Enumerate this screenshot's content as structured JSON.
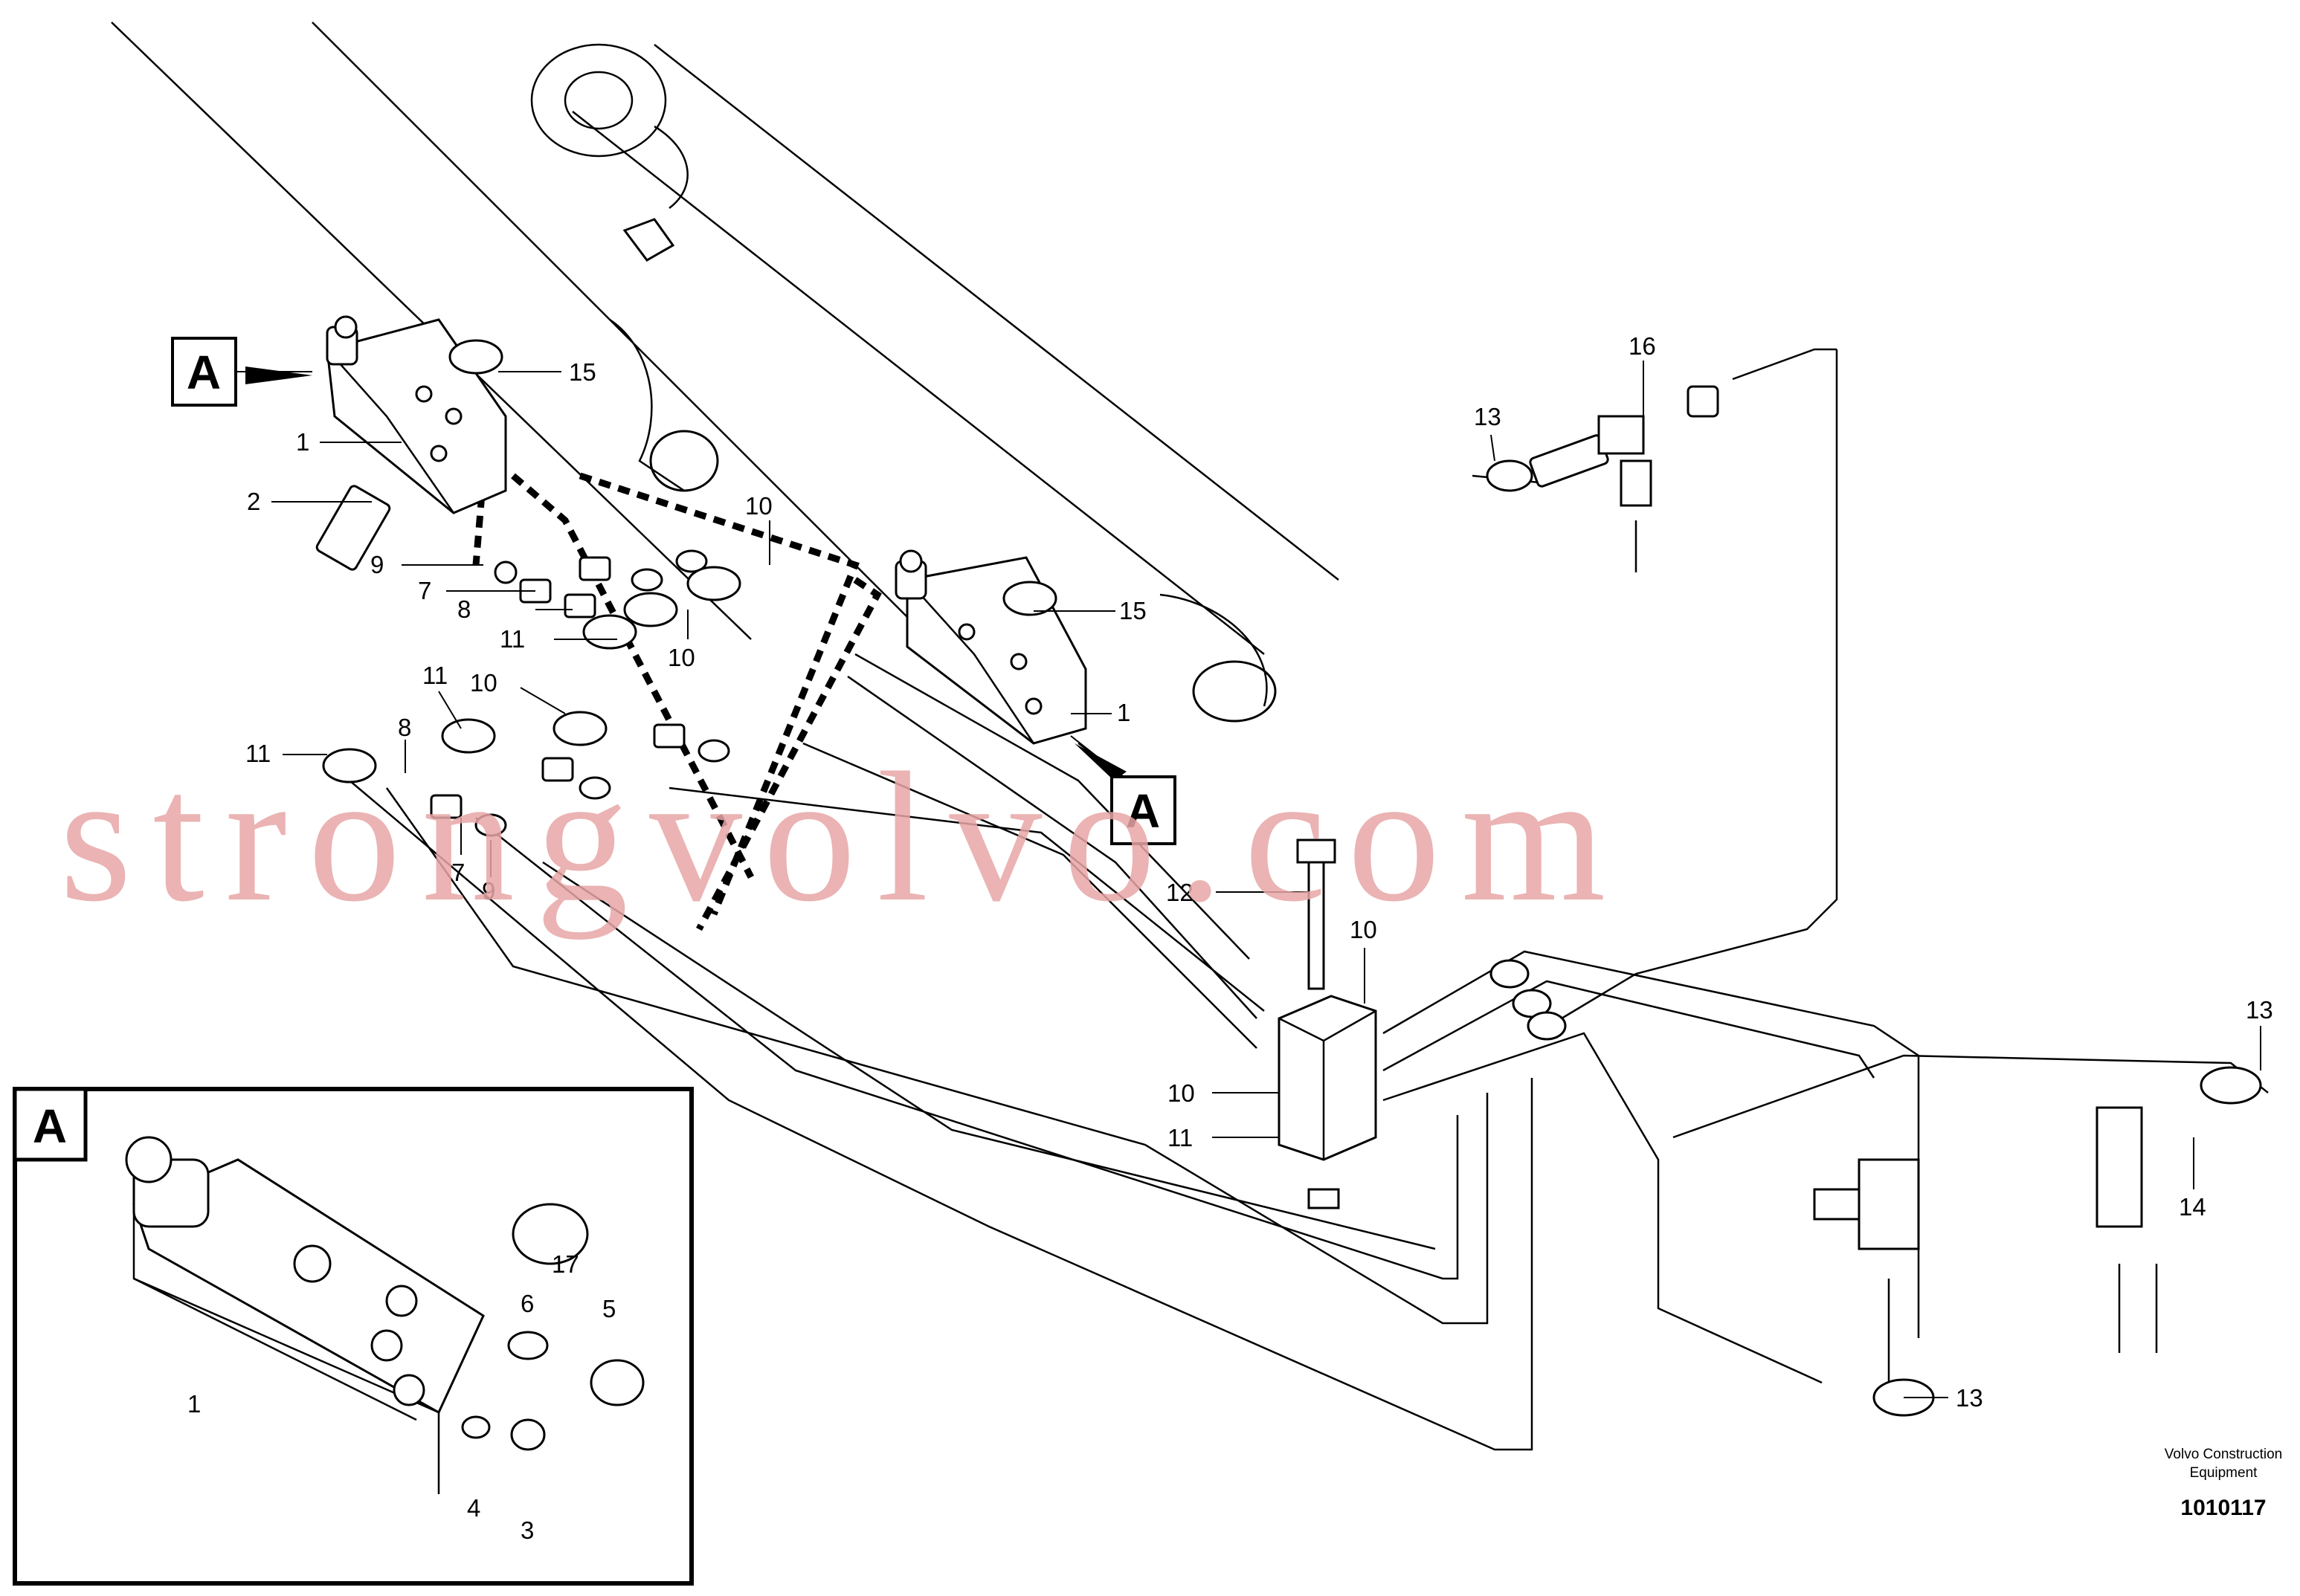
{
  "labels": {
    "l15a": "15",
    "l1a": "1",
    "l2": "2",
    "l9a": "9",
    "l7a": "7",
    "l8a": "8",
    "l11a": "11",
    "l10a": "10",
    "l10b": "10",
    "l15b": "15",
    "l1b": "1",
    "l11b": "11",
    "l10c": "10",
    "l11c": "11",
    "l8b": "8",
    "l7b": "7",
    "l9b": "9",
    "l12": "12",
    "l10d": "10",
    "l10e": "10",
    "l11d": "11",
    "l16": "16",
    "l13a": "13",
    "l13b": "13",
    "l13c": "13",
    "l14": "14",
    "d1": "1",
    "d17": "17",
    "d6": "6",
    "d5": "5",
    "d4": "4",
    "d3": "3"
  },
  "callouts": {
    "a1": "A",
    "a2": "A",
    "detail": "A"
  },
  "footer": {
    "brand_line1": "Volvo Construction",
    "brand_line2": "Equipment",
    "figure_number": "1010117"
  },
  "watermark": "strongvolvo.com"
}
